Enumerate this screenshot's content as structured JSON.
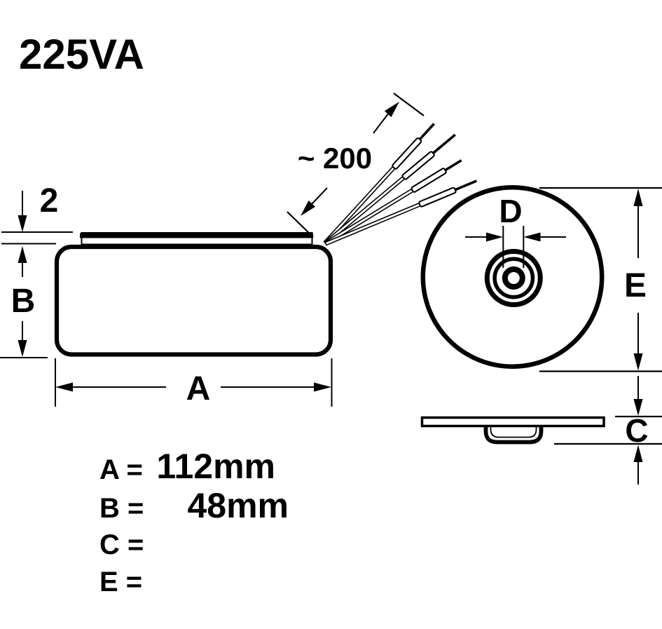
{
  "title": "225VA",
  "colors": {
    "ink": "#000000",
    "paper": "#ffffff"
  },
  "dim_labels": {
    "plate_thickness": "2",
    "body_height": "B",
    "body_width": "A",
    "wire_length": "~ 200",
    "hole_diameter": "D",
    "outer_diameter": "E",
    "mount_height": "C"
  },
  "legend": {
    "rows": [
      {
        "label": "A =",
        "value": "112mm"
      },
      {
        "label": "B =",
        "value": "48mm"
      },
      {
        "label": "C =",
        "value": ""
      },
      {
        "label": "E =",
        "value": ""
      }
    ]
  }
}
